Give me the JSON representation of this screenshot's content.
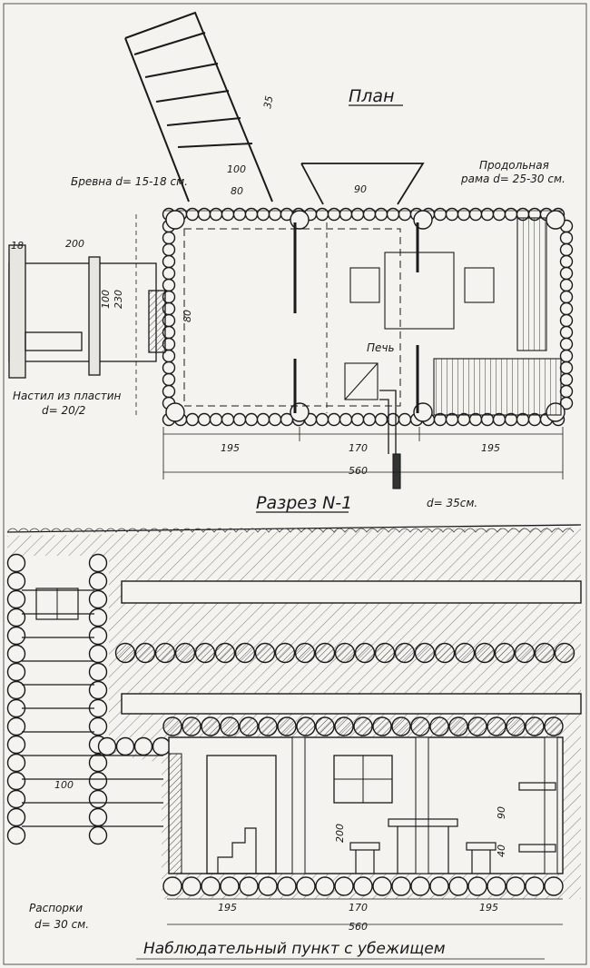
{
  "plan": {
    "title": "План",
    "logs_label": "Бревна d= 15-18 см.",
    "frame_label_1": "Продольная",
    "frame_label_2": "рама d= 25-30 см.",
    "deck_label_1": "Настил из пластин",
    "deck_label_2": "d= 20/2",
    "stove_label": "Печь",
    "dims": {
      "d35": "35",
      "d100": "100",
      "d80": "80",
      "d90": "90",
      "d18": "18",
      "d200": "200",
      "d80v": "80",
      "d100v": "100",
      "d230": "230",
      "d195a": "195",
      "d170": "170",
      "d195b": "195",
      "d560": "560"
    }
  },
  "section": {
    "title": "Разрез N-1",
    "log_diameter": "d= 35см.",
    "dims": {
      "d100": "100",
      "d200": "200",
      "d90": "90",
      "d40": "40",
      "d195a": "195",
      "d170": "170",
      "d195b": "195",
      "d560": "560"
    },
    "brace_label_1": "Распорки",
    "brace_label_2": "d= 30 см."
  },
  "caption": "Наблюдательный пункт с убежищем"
}
